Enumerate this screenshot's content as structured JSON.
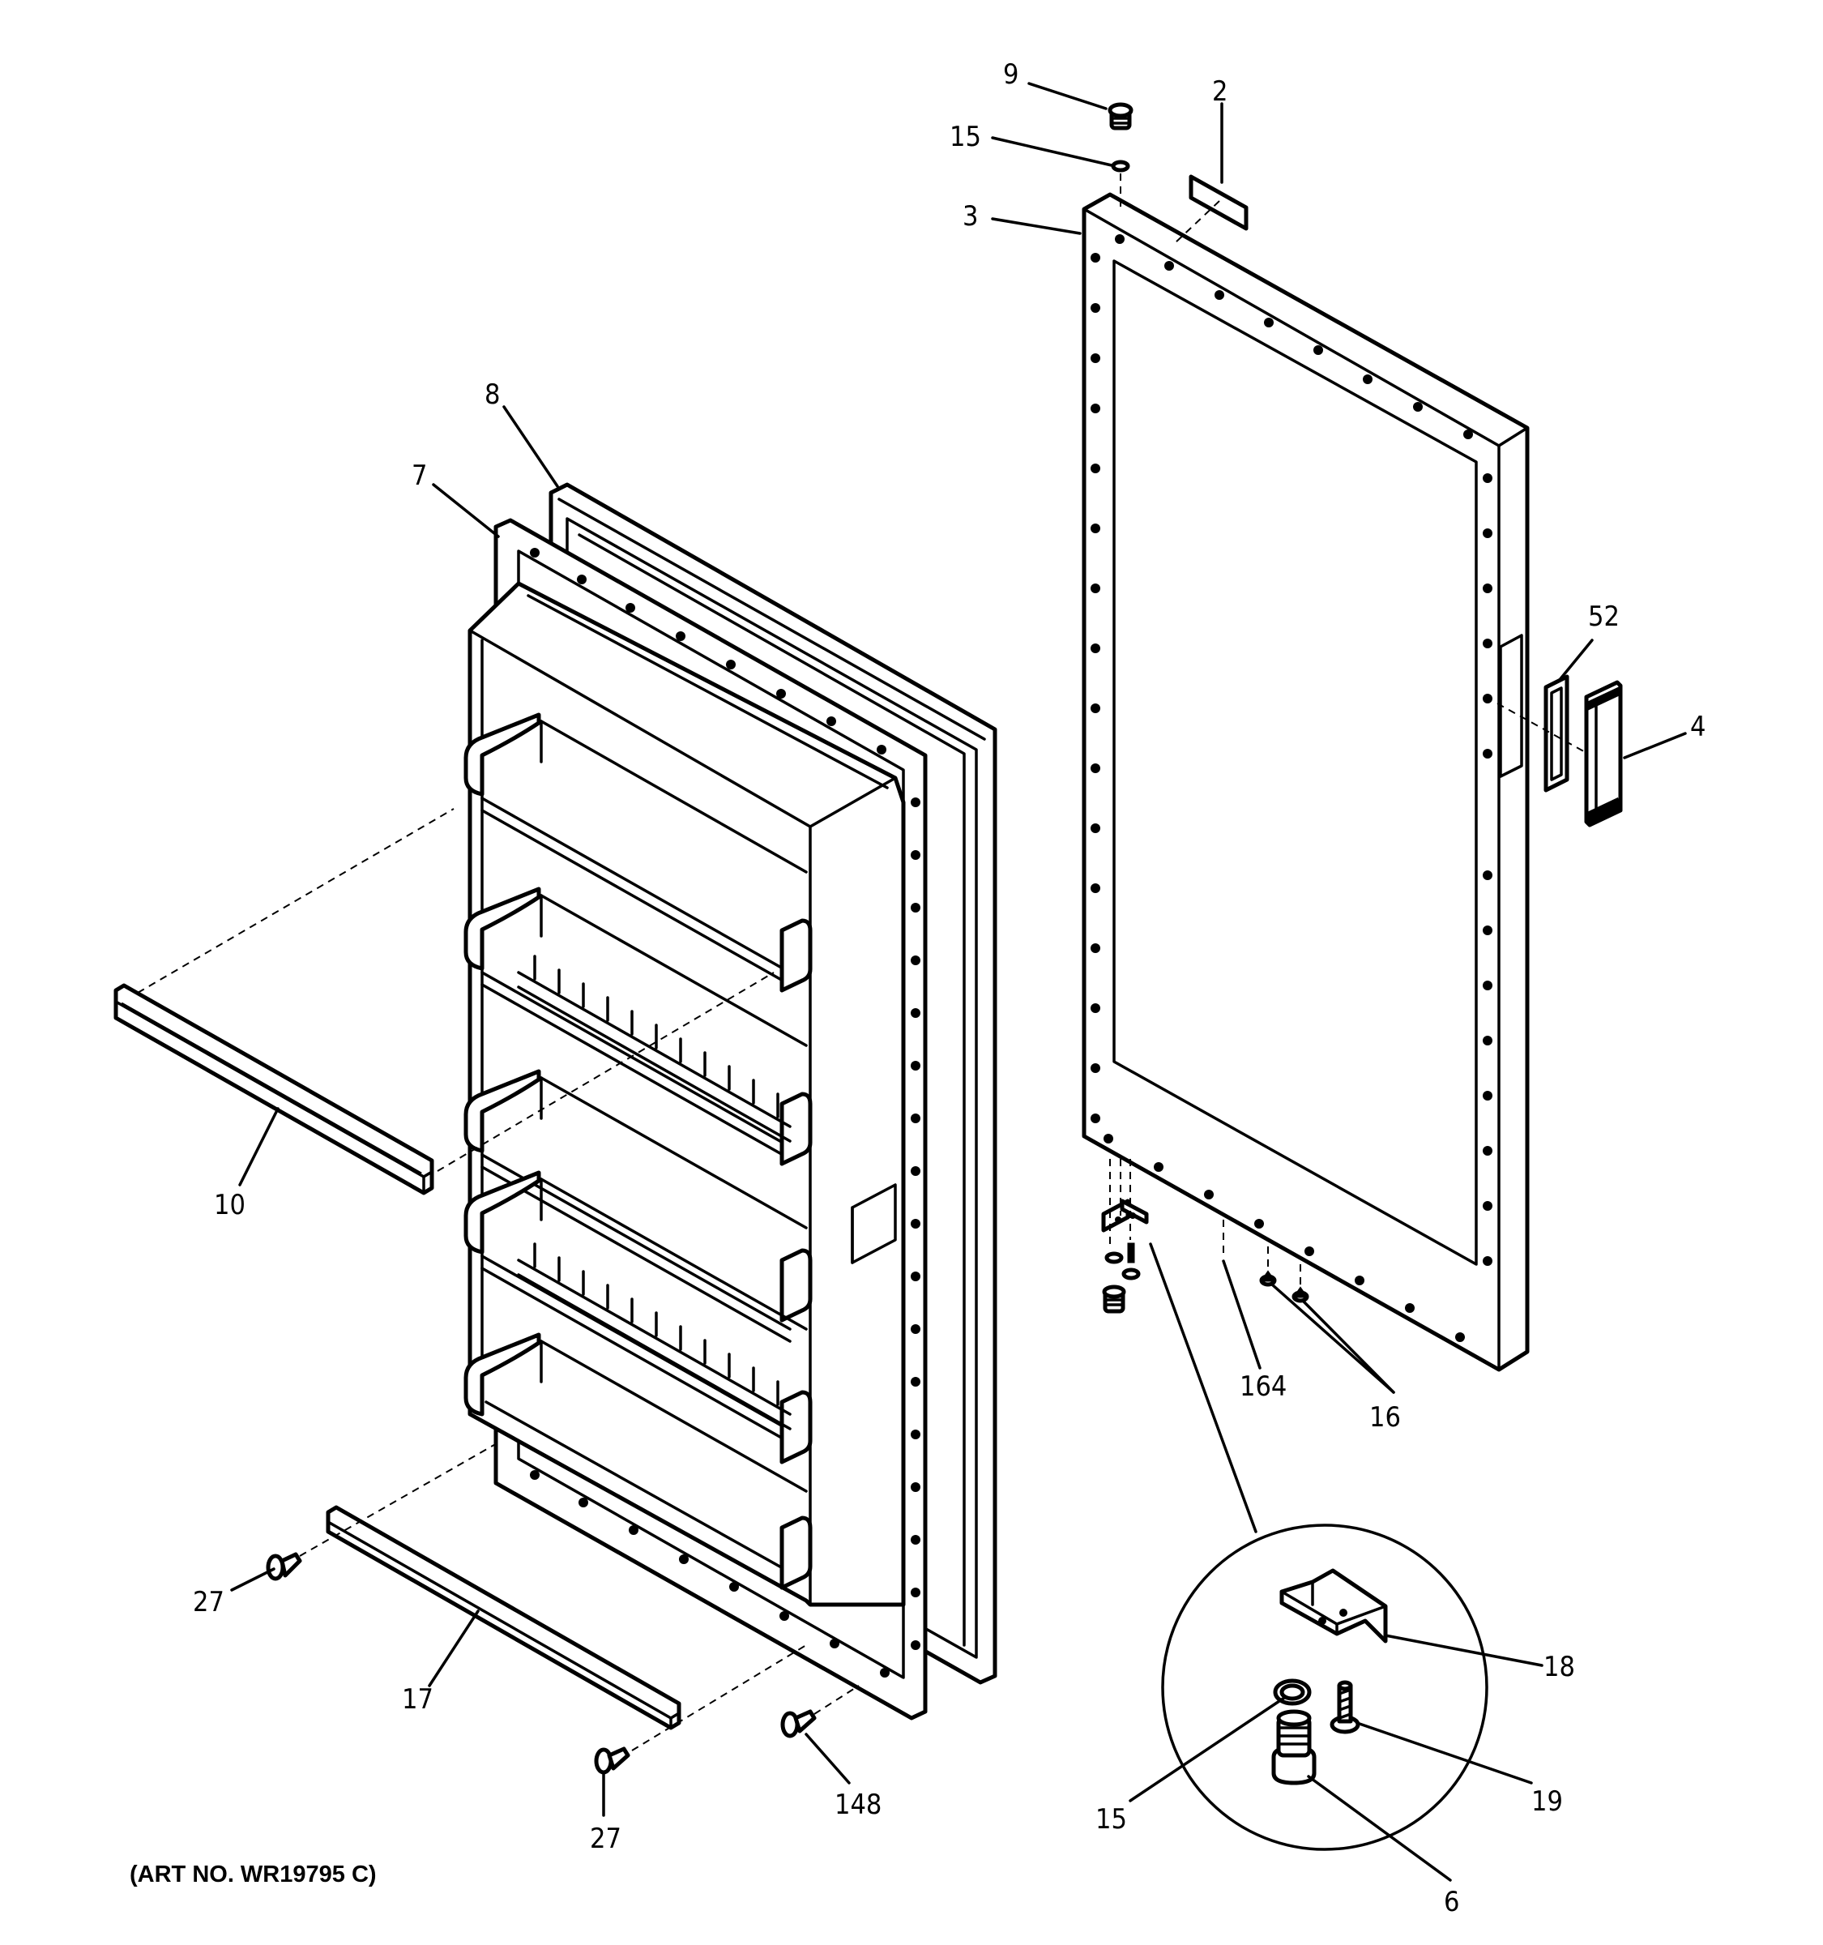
{
  "callouts": {
    "c9": "9",
    "c2": "2",
    "c15a": "15",
    "c3": "3",
    "c8": "8",
    "c7": "7",
    "c52": "52",
    "c4": "4",
    "c10": "10",
    "c164": "164",
    "c16": "16",
    "c18": "18",
    "c27a": "27",
    "c17": "17",
    "c19": "19",
    "c148": "148",
    "c27b": "27",
    "c15b": "15",
    "c6": "6"
  },
  "art_number": "(ART NO. WR19795 C)"
}
